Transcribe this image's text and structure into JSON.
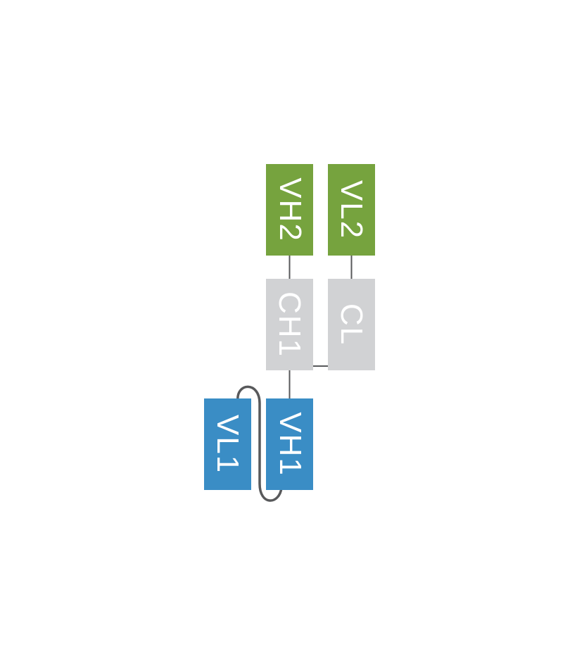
{
  "diagram": {
    "title": "antibody-domain-schematic",
    "colors": {
      "variable_green": "#76a33e",
      "constant_gray": "#d1d2d4",
      "variable_blue": "#3a8dc5",
      "linker_gray": "#58595b",
      "label_text": "#ffffff",
      "background": "#ffffff"
    },
    "domains": [
      {
        "id": "vh2",
        "label": "VH2",
        "type": "variable-heavy",
        "color": "#76a33e"
      },
      {
        "id": "vl2",
        "label": "VL2",
        "type": "variable-light",
        "color": "#76a33e"
      },
      {
        "id": "ch1",
        "label": "CH1",
        "type": "constant-heavy",
        "color": "#d1d2d4"
      },
      {
        "id": "cl",
        "label": "CL",
        "type": "constant-light",
        "color": "#d1d2d4"
      },
      {
        "id": "vh1",
        "label": "VH1",
        "type": "variable-heavy",
        "color": "#3a8dc5"
      },
      {
        "id": "vl1",
        "label": "VL1",
        "type": "variable-light",
        "color": "#3a8dc5"
      }
    ],
    "connections": [
      {
        "from": "VH2",
        "to": "CH1",
        "type": "straight-link"
      },
      {
        "from": "VL2",
        "to": "CL",
        "type": "straight-link"
      },
      {
        "from": "CH1",
        "to": "CL",
        "type": "straight-link"
      },
      {
        "from": "CH1",
        "to": "VH1",
        "type": "straight-link"
      },
      {
        "from": "VL1",
        "to": "VH1",
        "type": "flexible-linker"
      }
    ]
  }
}
